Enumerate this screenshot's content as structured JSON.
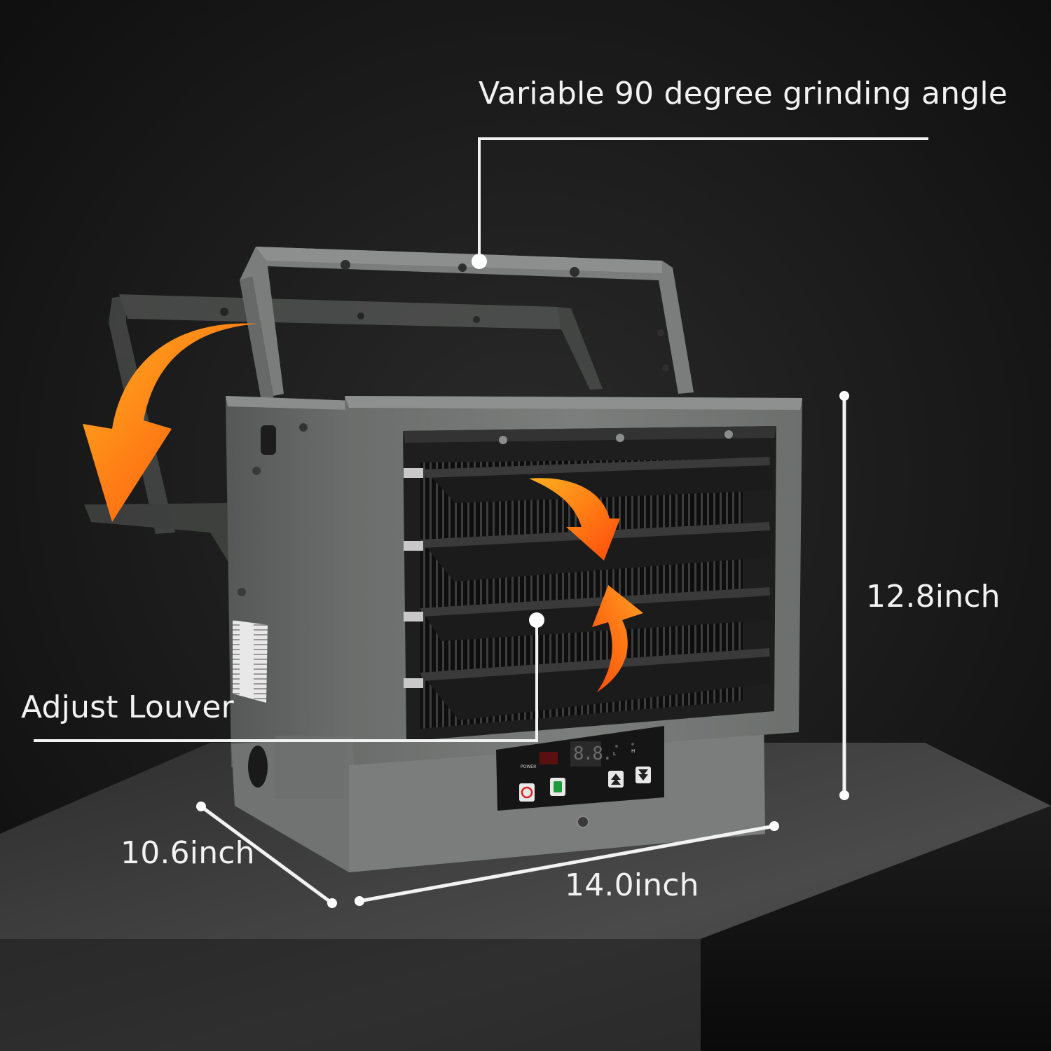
{
  "callouts": {
    "angle": "Variable 90 degree grinding angle",
    "louver": "Adjust Louver"
  },
  "dimensions": {
    "height": "12.8inch",
    "depth": "10.6inch",
    "width": "14.0inch"
  },
  "control_panel": {
    "power_label": "POWER",
    "display_value": "8.8.",
    "low_label": "L",
    "high_label": "H"
  },
  "colors": {
    "background": "#141414",
    "pedestal_top": "#3a3a3a",
    "heater_body": "#6e716f",
    "arrow_orange": "#ff7a1a",
    "text_white": "#f2f2f2"
  },
  "icons": [
    "power-icon",
    "fan-mode-icon",
    "up-arrow-icon",
    "down-arrow-icon"
  ]
}
